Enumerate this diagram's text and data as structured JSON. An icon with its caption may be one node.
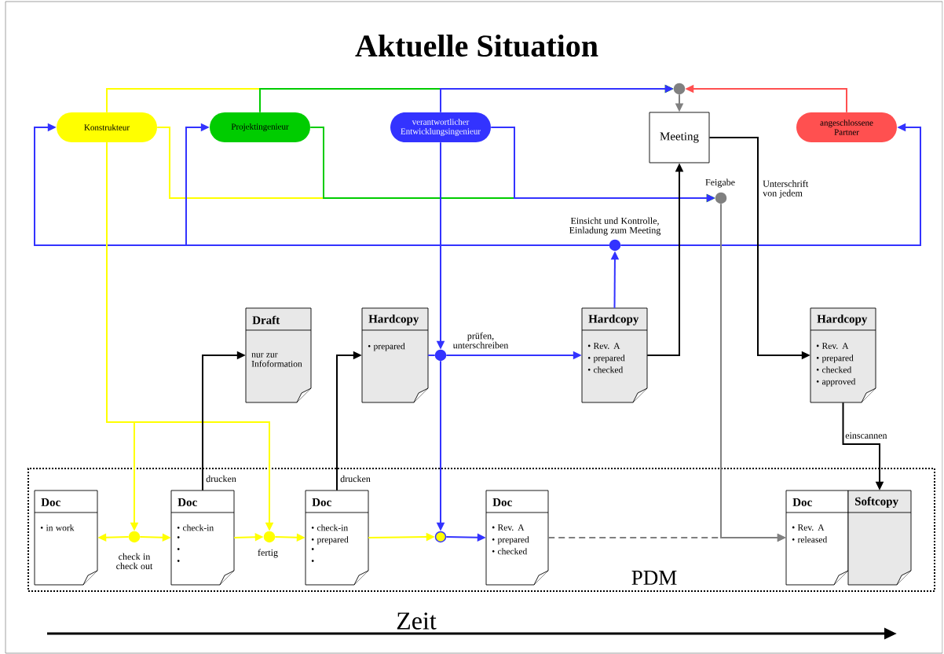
{
  "diagram": {
    "title": "Aktuelle Situation",
    "nodes": [
      {
        "text": [
          "Konstrukteur"
        ]
      },
      {
        "text": [
          "Projektingenieur"
        ]
      },
      {
        "text": [
          "verantwortlicher Entwicklungsingenieur"
        ]
      },
      {
        "text": [
          "Meeting"
        ]
      },
      {
        "text": [
          "angeschlossene Partner"
        ]
      },
      {
        "text": [
          "PDM"
        ]
      },
      {
        "text": [
          "Draft",
          "nur zur Infoformation"
        ]
      },
      {
        "text": [
          "Hardcopy",
          "• prepared"
        ]
      },
      {
        "text": [
          "Hardcopy",
          "• Rev. A",
          "• prepared",
          "• checked"
        ]
      },
      {
        "text": [
          "Hardcopy",
          "• Rev. A",
          "• prepared",
          "• checked",
          "• approved"
        ]
      },
      {
        "text": [
          "Doc",
          "• in work"
        ],
        "in": 5
      },
      {
        "text": [
          "Doc",
          "• check-in",
          "•",
          "•",
          "•"
        ],
        "in": 5
      },
      {
        "text": [
          "Doc",
          "• check-in",
          "• prepared",
          "•",
          "•"
        ],
        "in": 5
      },
      {
        "text": [
          "Doc",
          "• Rev. A",
          "• prepared",
          "• checked"
        ],
        "in": 5
      },
      {
        "text": [
          "Doc",
          "• Rev. A",
          "• released"
        ],
        "in": 5
      },
      {
        "text": [
          "Softcopy"
        ],
        "in": 5
      },
      {
        "text": [],
        "shape": "circle"
      },
      {
        "text": [],
        "shape": "circle",
        "beside": [
          "Feigabe"
        ]
      },
      {
        "text": [],
        "shape": "circle",
        "beside": [
          "Einsicht und Kontrolle, Einladung zum Meeting"
        ]
      },
      {
        "text": [],
        "shape": "circle"
      },
      {
        "text": [],
        "shape": "circle",
        "beside": [
          "check in check out"
        ],
        "in": 5
      },
      {
        "text": [],
        "shape": "circle",
        "beside": [
          "fertig"
        ],
        "in": 5
      },
      {
        "text": [],
        "shape": "circle",
        "in": 5
      }
    ],
    "edges": [
      {
        "from": 0,
        "to": 16,
        "arrow": "to",
        "color": "#ffff00"
      },
      {
        "from": 1,
        "to": 16,
        "arrow": "to",
        "color": "#00cc00"
      },
      {
        "from": 2,
        "to": 16,
        "arrow": "to"
      },
      {
        "from": 4,
        "to": 16,
        "arrow": "to",
        "color": "#ff5050"
      },
      {
        "from": 16,
        "to": 3,
        "arrow": "to",
        "color": "#808080"
      },
      {
        "from": 0,
        "to": 17,
        "arrow": "to",
        "color": "#ffff00"
      },
      {
        "from": 1,
        "to": 17,
        "arrow": "to",
        "color": "#00cc00"
      },
      {
        "from": 2,
        "to": 17,
        "arrow": "to"
      },
      {
        "from": 18,
        "to": 0,
        "arrow": "to"
      },
      {
        "from": 18,
        "to": 1,
        "arrow": "to"
      },
      {
        "from": 18,
        "to": 4,
        "arrow": "to"
      },
      {
        "from": 2,
        "to": 19,
        "arrow": "to"
      },
      {
        "from": 19,
        "to": 22,
        "arrow": "to"
      },
      {
        "from": 7,
        "to": 19,
        "arrow": "none"
      },
      {
        "from": 19,
        "to": 8,
        "arrow": "to",
        "label": "prüfen, unterschreiben"
      },
      {
        "from": 8,
        "to": 18,
        "arrow": "to"
      },
      {
        "from": 8,
        "to": 3,
        "arrow": "to",
        "color": "#000000"
      },
      {
        "from": 3,
        "to": 9,
        "arrow": "to",
        "color": "#000000",
        "label": "Unterschrift von jedem"
      },
      {
        "from": 9,
        "to": 15,
        "arrow": "to",
        "color": "#000000",
        "label": "einscannen"
      },
      {
        "from": 17,
        "to": 14,
        "arrow": "to",
        "color": "#808080"
      },
      {
        "from": 13,
        "to": 14,
        "arrow": "to",
        "color": "#808080",
        "style": "dashed"
      },
      {
        "from": 22,
        "to": 13,
        "arrow": "to"
      },
      {
        "from": 12,
        "to": 22,
        "arrow": "to",
        "color": "#ffff00"
      },
      {
        "from": 20,
        "to": 10,
        "arrow": "to",
        "color": "#ffff00"
      },
      {
        "from": 20,
        "to": 11,
        "arrow": "to",
        "color": "#ffff00"
      },
      {
        "from": 11,
        "to": 21,
        "arrow": "to",
        "color": "#ffff00"
      },
      {
        "from": 21,
        "to": 12,
        "arrow": "to",
        "color": "#ffff00"
      },
      {
        "from": 0,
        "to": 20,
        "arrow": "to",
        "color": "#ffff00"
      },
      {
        "from": 0,
        "to": 21,
        "arrow": "to",
        "color": "#ffff00"
      },
      {
        "from": 11,
        "to": 6,
        "arrow": "to",
        "color": "#000000",
        "label": "drucken"
      },
      {
        "from": 12,
        "to": 7,
        "arrow": "to",
        "color": "#000000",
        "label": "drucken"
      }
    ],
    "labels": [
      "Zeit"
    ]
  }
}
